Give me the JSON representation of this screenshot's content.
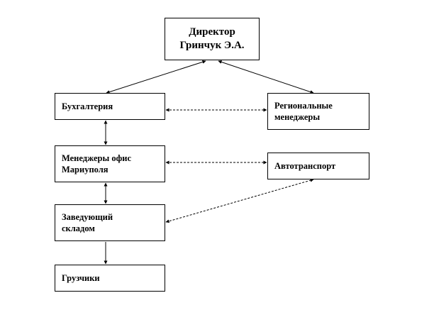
{
  "diagram": {
    "director": {
      "line1": "Директор",
      "line2": "Гринчук Э.А."
    },
    "accounting": {
      "label": "Бухгалтерия"
    },
    "regional_managers": {
      "line1": "Региональные",
      "line2": "менеджеры"
    },
    "office_managers": {
      "line1": "Менеджеры офис",
      "line2": "Мариуполя"
    },
    "transport": {
      "label": "Автотранспорт"
    },
    "warehouse_head": {
      "line1": "Заведующий",
      "line2": "складом"
    },
    "loaders": {
      "label": "Грузчики"
    }
  }
}
